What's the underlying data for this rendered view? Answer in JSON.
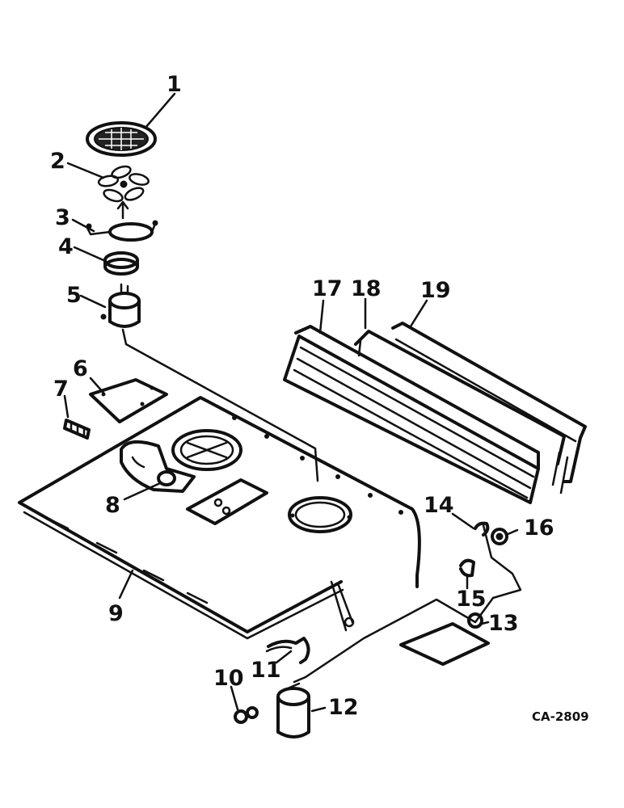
{
  "callouts": [
    {
      "id": "1",
      "label": "1"
    },
    {
      "id": "2",
      "label": "2"
    },
    {
      "id": "3",
      "label": "3"
    },
    {
      "id": "4",
      "label": "4"
    },
    {
      "id": "5",
      "label": "5"
    },
    {
      "id": "6",
      "label": "6"
    },
    {
      "id": "7",
      "label": "7"
    },
    {
      "id": "8",
      "label": "8"
    },
    {
      "id": "9",
      "label": "9"
    },
    {
      "id": "10",
      "label": "10"
    },
    {
      "id": "11",
      "label": "11"
    },
    {
      "id": "12",
      "label": "12"
    },
    {
      "id": "13",
      "label": "13"
    },
    {
      "id": "14",
      "label": "14"
    },
    {
      "id": "15",
      "label": "15"
    },
    {
      "id": "16",
      "label": "16"
    },
    {
      "id": "17",
      "label": "17"
    },
    {
      "id": "18",
      "label": "18"
    },
    {
      "id": "19",
      "label": "19"
    }
  ],
  "drawing_code": "CA-2809"
}
